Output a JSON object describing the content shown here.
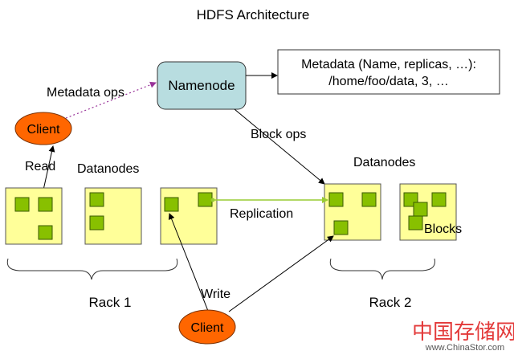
{
  "title": "HDFS Architecture",
  "colors": {
    "namenode_fill": "#b8dde0",
    "client_fill": "#ff6600",
    "datanode_fill": "#ffff99",
    "block_fill": "#88c000",
    "replication_line": "#99cc33",
    "metadata_ops_line": "#993399",
    "watermark": "#e33a3a"
  },
  "namenode": {
    "label": "Namenode"
  },
  "metadata_box": {
    "line1": "Metadata (Name, replicas, …):",
    "line2": "/home/foo/data, 3, …"
  },
  "edges": {
    "metadata_ops": "Metadata ops",
    "block_ops": "Block ops",
    "read": "Read",
    "write": "Write",
    "replication": "Replication"
  },
  "clients": [
    {
      "label": "Client"
    },
    {
      "label": "Client"
    }
  ],
  "rack1": {
    "label": "Rack 1",
    "datanodes_label": "Datanodes"
  },
  "rack2": {
    "label": "Rack 2",
    "datanodes_label": "Datanodes"
  },
  "blocks_label": "Blocks",
  "watermark": {
    "chinese": "中国存储网",
    "url": "www.ChinaStor.com"
  }
}
